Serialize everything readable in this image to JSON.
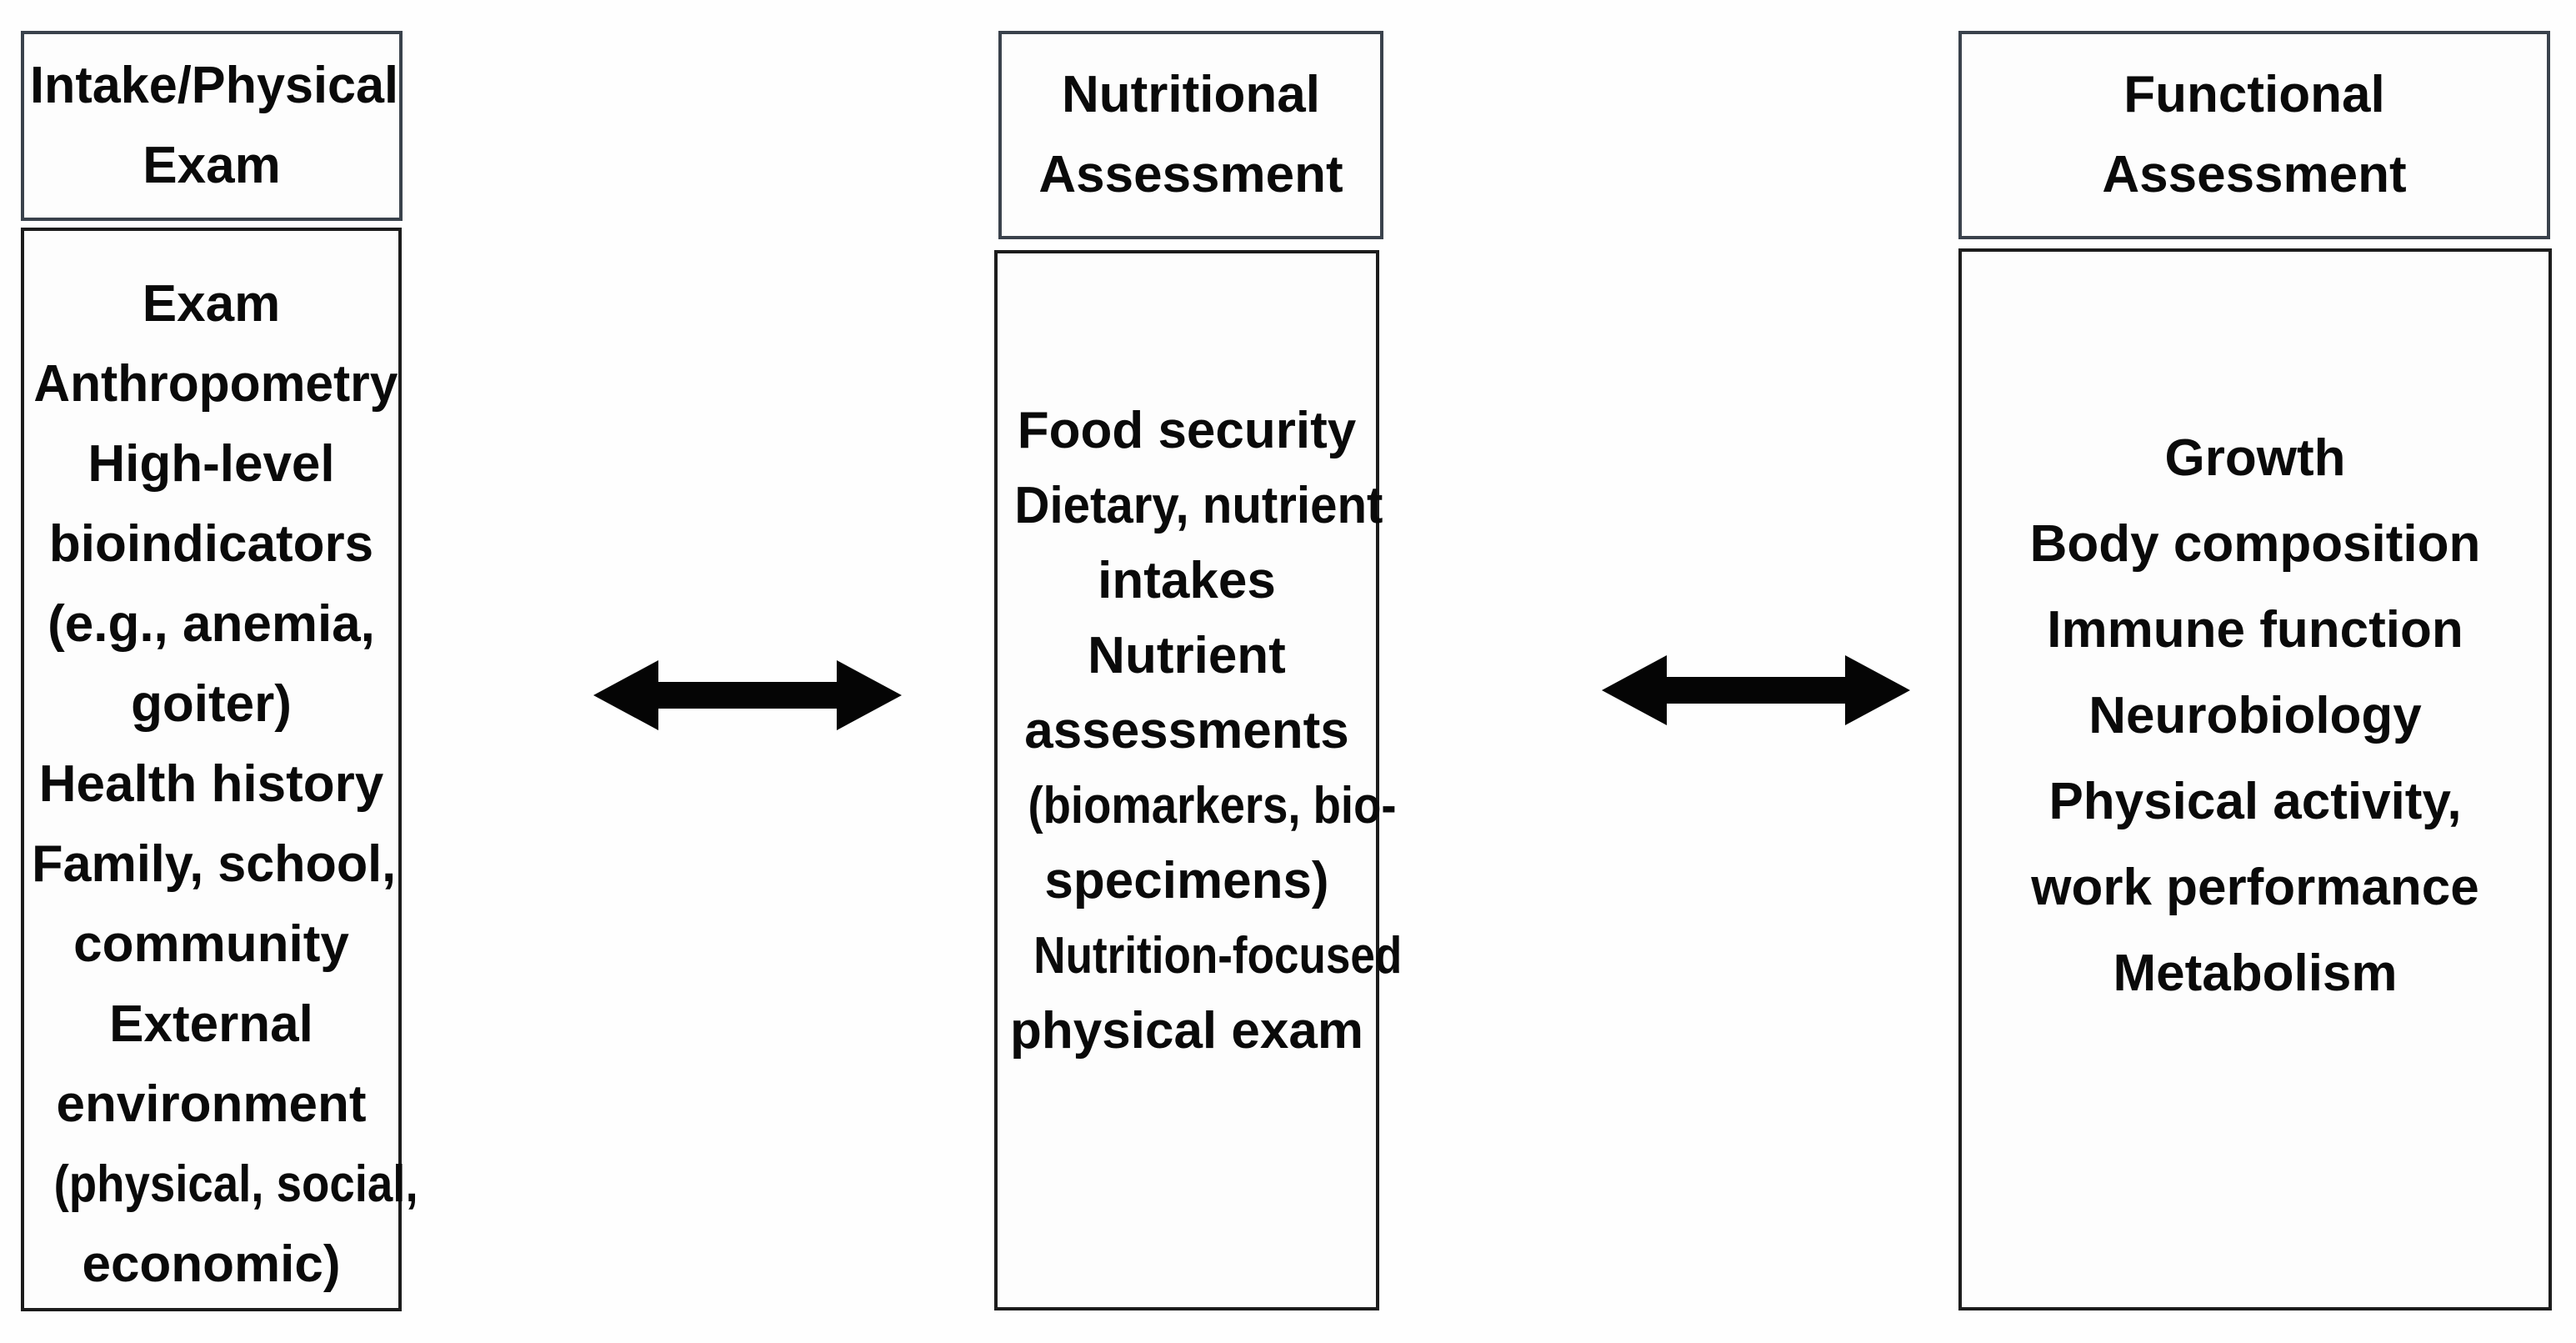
{
  "figure": {
    "colors": {
      "background": "#fefefe",
      "header_border": "#3a424c",
      "body_border": "#1c1c1c",
      "text": "#0a0a0a",
      "arrow": "#050505"
    },
    "columns": [
      {
        "id": "intake-physical-exam",
        "header_lines": [
          "Intake/Physical",
          "Exam"
        ],
        "body_lines": [
          "Exam",
          "Anthropometry",
          "High-level",
          "bioindicators",
          "(e.g., anemia,",
          "goiter)",
          "Health history",
          "Family, school,",
          "community",
          "External",
          "environment",
          "(physical, social,",
          "economic)"
        ]
      },
      {
        "id": "nutritional-assessment",
        "header_lines": [
          "Nutritional",
          "Assessment"
        ],
        "body_lines": [
          "Food security",
          "Dietary, nutrient",
          "intakes",
          "Nutrient",
          "assessments",
          "(biomarkers, bio-",
          "specimens)",
          "Nutrition-focused",
          "physical exam"
        ]
      },
      {
        "id": "functional-assessment",
        "header_lines": [
          "Functional",
          "Assessment"
        ],
        "body_lines": [
          "Growth",
          "Body composition",
          "Immune function",
          "Neurobiology",
          "Physical activity,",
          "work performance",
          "Metabolism"
        ]
      }
    ]
  }
}
